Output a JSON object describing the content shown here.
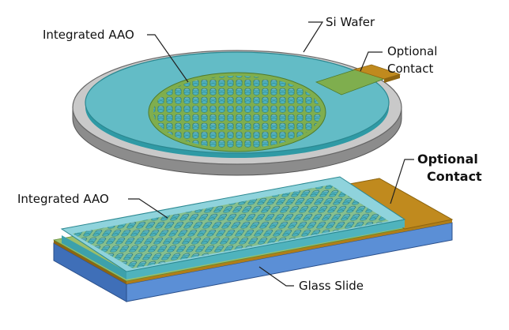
{
  "labels": {
    "integrated_aao_top": "Integrated AAO",
    "si_wafer": "Si Wafer",
    "optional_contact_top_line1": "Optional",
    "optional_contact_top_line2": "Contact",
    "integrated_aao_bottom": "Integrated AAO",
    "optional_contact_bottom_line1": "Optional",
    "optional_contact_bottom_line2": "Contact",
    "glass_slide": "Glass Slide"
  },
  "colors": {
    "wafer_top": "#c9c9c9",
    "wafer_edge": "#8c8c8c",
    "wafer_rim": "#6f6f6f",
    "aao_teal": "#4fb3bd",
    "aao_teal_light": "#8fd3dc",
    "device_green": "#7fae4e",
    "contact_gold": "#c08a1e",
    "contact_gold_dark": "#8e6410",
    "glass_blue": "#5b8fd6",
    "glass_blue_dark": "#3f6fb8",
    "pore": "#2a8c95"
  }
}
